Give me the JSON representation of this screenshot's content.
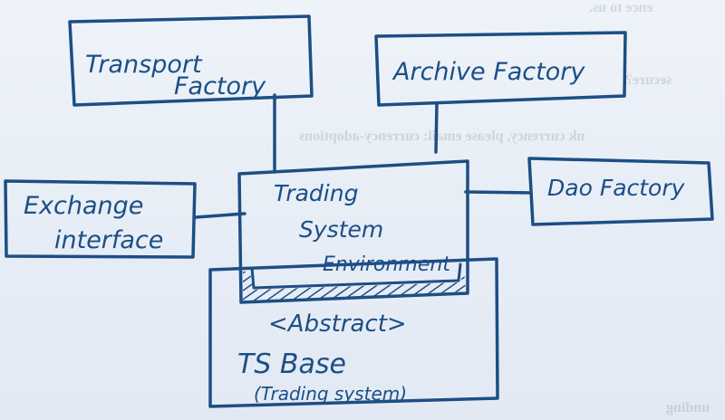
{
  "nodes": {
    "transport_factory": {
      "line1": "Transport",
      "line2": "Factory"
    },
    "archive_factory": {
      "label": "Archive Factory"
    },
    "exchange_interface": {
      "line1": "Exchange",
      "line2": "interface"
    },
    "trading_system_environment": {
      "line1": "Trading",
      "line2": "System",
      "line3": "Environment"
    },
    "dao_factory": {
      "label": "Dao Factory"
    },
    "ts_base": {
      "stereotype": "<Abstract>",
      "name": "TS Base",
      "note": "(Trading system)"
    }
  },
  "colors": {
    "ink": "#1d4e84",
    "paper": "#e8eef6"
  }
}
